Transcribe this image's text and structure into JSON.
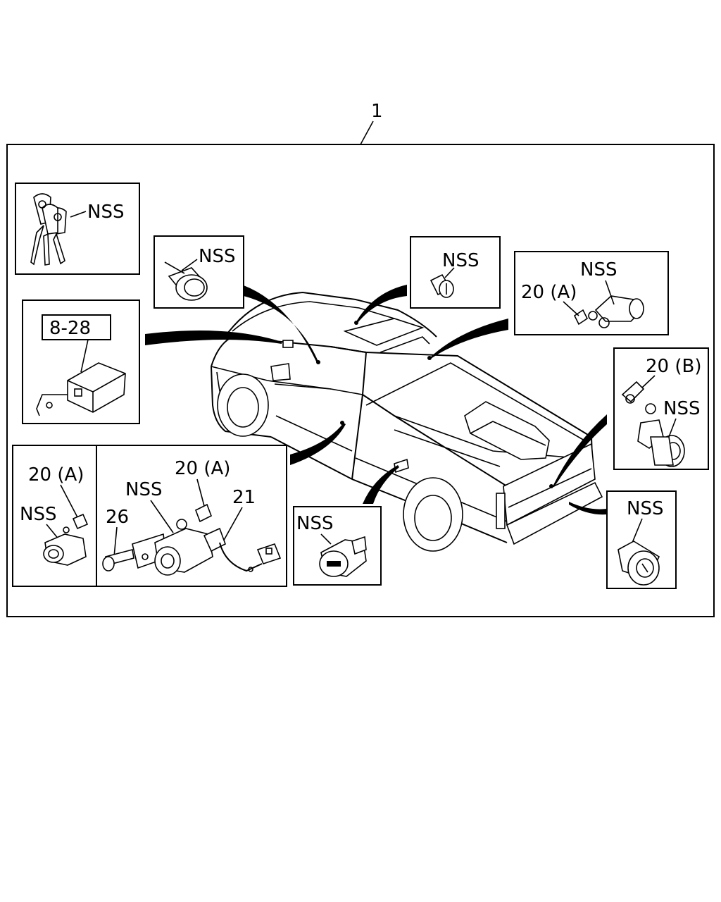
{
  "diagram": {
    "assembly_number": "1",
    "panels": {
      "keys": {
        "callout": "NSS"
      },
      "ignition_cylinder": {
        "callout": "NSS"
      },
      "glove_box_cylinder": {
        "callout": "NSS"
      },
      "rear_right": {
        "callout_top": "NSS",
        "callout_side": "20 (A)"
      },
      "control_unit": {
        "reference": "8-28"
      },
      "tailgate_handle": {
        "callout_top": "20 (B)",
        "callout_side": "NSS"
      },
      "door_left_small": {
        "callout_top": "20 (A)",
        "callout_side": "NSS"
      },
      "door_main": {
        "callout_nss": "NSS",
        "callout_20a": "20 (A)",
        "callout_26": "26",
        "callout_21": "21"
      },
      "fuel_lid": {
        "callout": "NSS"
      },
      "tailgate_cylinder": {
        "callout": "NSS"
      }
    }
  },
  "colors": {
    "line": "#000000",
    "background": "#ffffff"
  }
}
